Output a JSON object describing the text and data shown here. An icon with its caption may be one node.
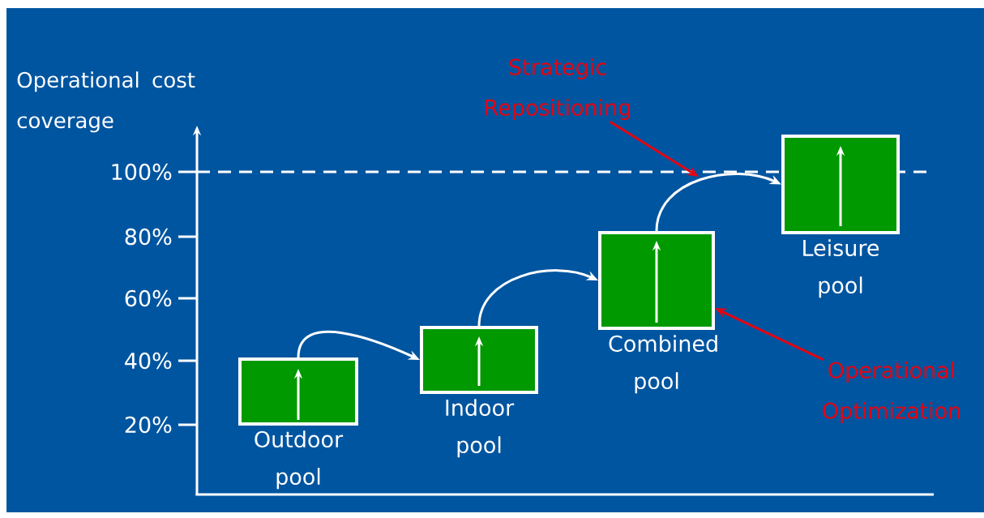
{
  "diagram": {
    "nodes": [
      {
        "text": [
          "Outdoor pool"
        ]
      },
      {
        "text": [
          "Indoor pool"
        ]
      },
      {
        "text": [
          "Combined pool"
        ]
      },
      {
        "text": [
          "Leisure pool"
        ]
      },
      {
        "text": [
          "Strategic Repositioning"
        ]
      },
      {
        "text": [
          "Operational Optimization"
        ]
      }
    ],
    "edges": [
      {
        "from": 0,
        "to": 1,
        "arrow": "to"
      },
      {
        "from": 1,
        "to": 2,
        "arrow": "to"
      },
      {
        "from": 2,
        "to": 3,
        "arrow": "to"
      },
      {
        "from": 4,
        "to": null,
        "arrow": "to",
        "color": "#e30613"
      },
      {
        "from": 5,
        "to": 2,
        "arrow": "to",
        "color": "#e30613"
      }
    ],
    "labels": [
      "Operational cost coverage",
      "100%",
      "80%",
      "60%",
      "40%",
      "20%"
    ]
  }
}
